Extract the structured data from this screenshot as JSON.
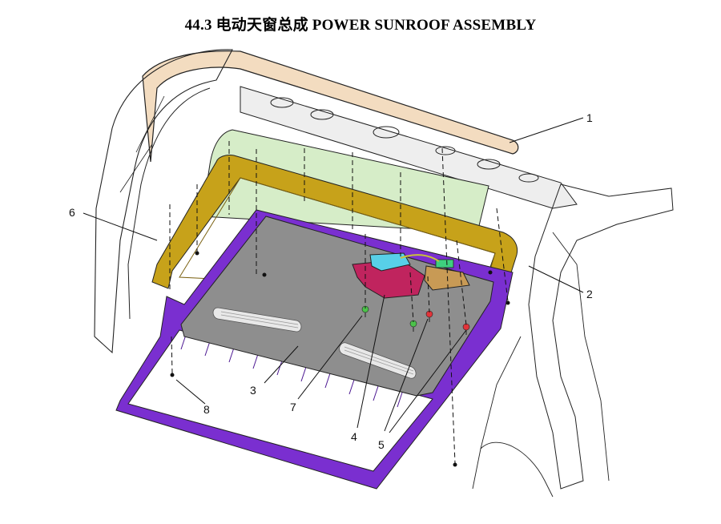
{
  "title": "44.3  电动天窗总成  POWER SUNROOF ASSEMBLY",
  "callouts": [
    "1",
    "2",
    "3",
    "4",
    "5",
    "6",
    "7",
    "8"
  ],
  "colors": {
    "headliner": "#f3dcc0",
    "glass": "#d6edc8",
    "frame": "#c7a21a",
    "tray": "#7a2fd0",
    "shade_panel": "#8e8e8e",
    "motor": "#58d0e8",
    "bracket": "#c0245e",
    "module": "#c89a55",
    "clip_green": "#4cc24a",
    "clip_red": "#e2343a"
  }
}
